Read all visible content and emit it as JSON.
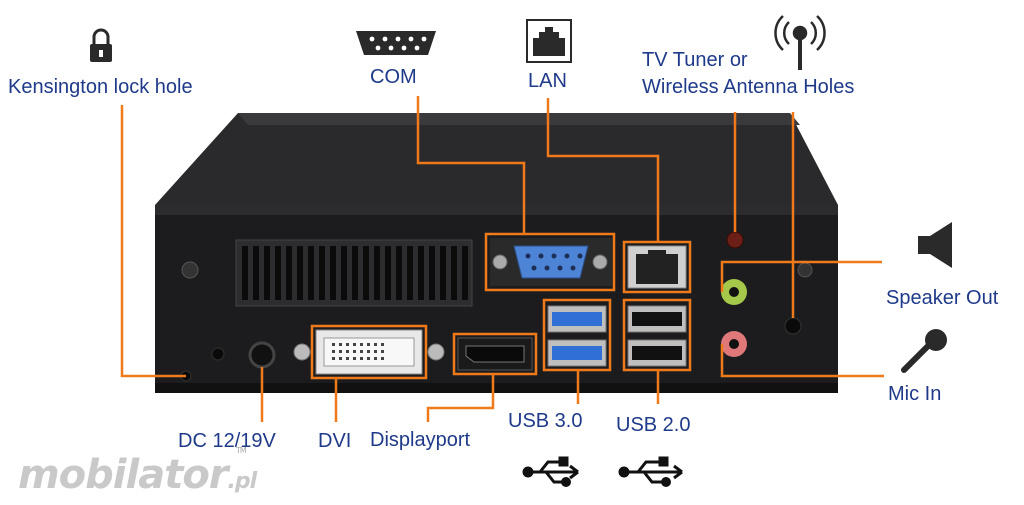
{
  "labels": {
    "kensington": "Kensington lock hole",
    "com": "COM",
    "lan": "LAN",
    "tv_line1": "TV Tuner or",
    "tv_line2": "Wireless Antenna Holes",
    "speaker": "Speaker Out",
    "mic": "Mic In",
    "dc": "DC 12/19V",
    "dvi": "DVI",
    "displayport": "Displayport",
    "usb3": "USB 3.0",
    "usb2": "USB 2.0"
  },
  "watermark": {
    "brand": "mobilator",
    "suffix": ".pl",
    "tm": "TM"
  },
  "colors": {
    "label_text": "#1f3a8a",
    "callout_line": "#f07a1a",
    "chassis": "#1c1c1e",
    "usb3_port": "#2f6fd6",
    "speaker_jack": "#a6c84a",
    "mic_jack": "#e0787a"
  },
  "icons": [
    "lock-icon",
    "serial-port-icon",
    "ethernet-icon",
    "antenna-icon",
    "speaker-icon",
    "microphone-icon",
    "usb-icon"
  ]
}
